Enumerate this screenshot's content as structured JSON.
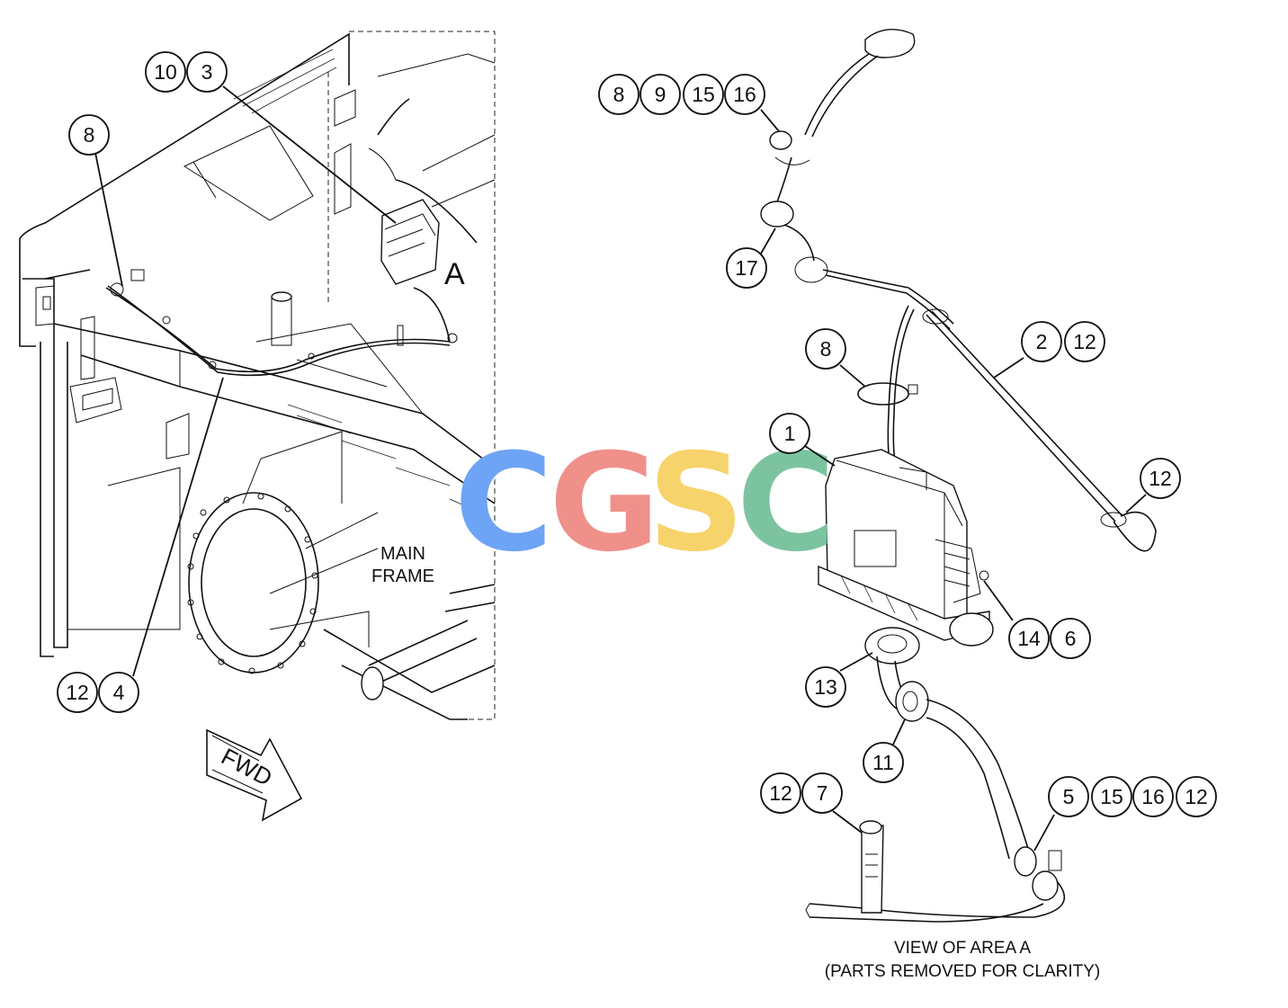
{
  "callouts_left": [
    {
      "labels": [
        "10",
        "3"
      ]
    },
    {
      "labels": [
        "8"
      ]
    },
    {
      "labels": [
        "12",
        "4"
      ]
    }
  ],
  "callouts_right": [
    {
      "labels": [
        "8",
        "9",
        "15",
        "16"
      ]
    },
    {
      "labels": [
        "17"
      ]
    },
    {
      "labels": [
        "2",
        "12"
      ]
    },
    {
      "labels": [
        "8"
      ]
    },
    {
      "labels": [
        "12"
      ]
    },
    {
      "labels": [
        "1"
      ]
    },
    {
      "labels": [
        "14",
        "6"
      ]
    },
    {
      "labels": [
        "13"
      ]
    },
    {
      "labels": [
        "11"
      ]
    },
    {
      "labels": [
        "12",
        "7"
      ]
    },
    {
      "labels": [
        "5",
        "15",
        "16",
        "12"
      ]
    }
  ],
  "area_marker": "A",
  "frame_label": [
    "MAIN",
    "FRAME"
  ],
  "direction_label": "FWD",
  "view_caption": [
    "VIEW OF AREA A",
    "(PARTS REMOVED FOR CLARITY)"
  ],
  "watermark": {
    "letters": [
      "C",
      "G",
      "S",
      "C"
    ],
    "colors": [
      "#6ea4f5",
      "#f0908a",
      "#f7d36b",
      "#7cc4a0"
    ]
  }
}
